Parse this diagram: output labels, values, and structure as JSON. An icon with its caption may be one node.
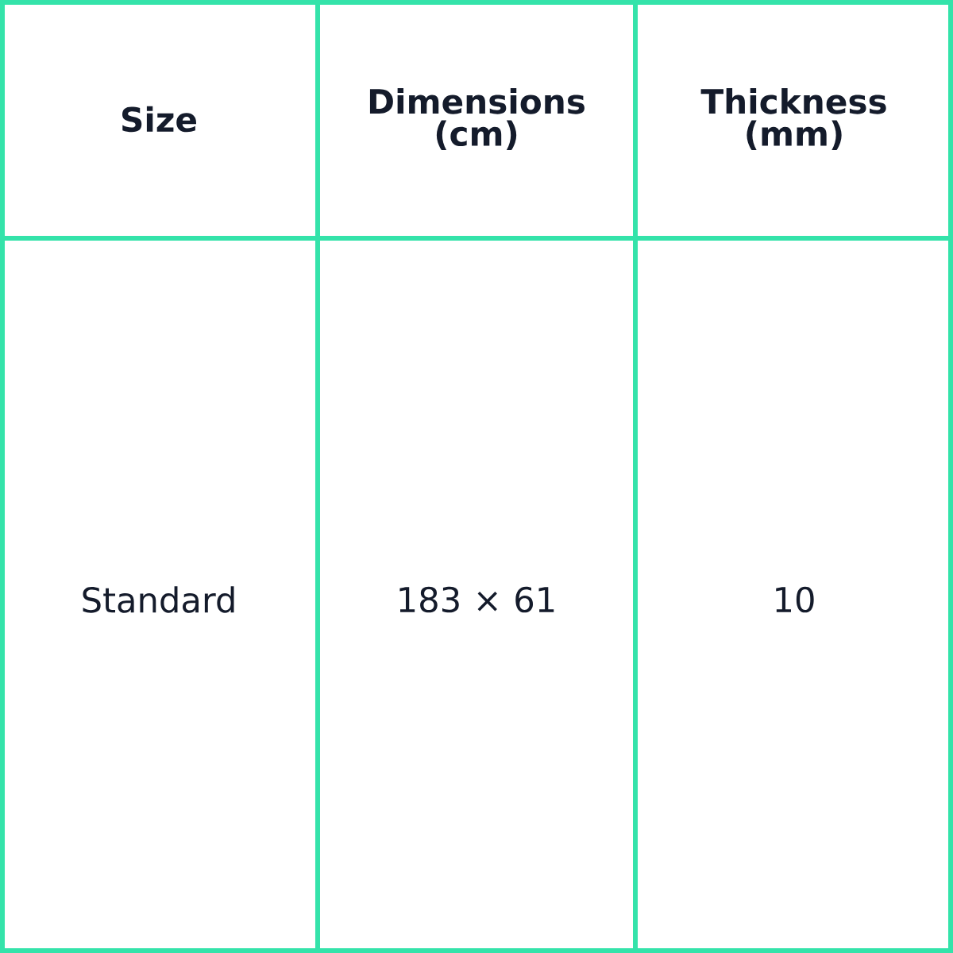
{
  "diagram": {
    "labels": [
      "Size",
      "Dimensions (cm)",
      "Thickness (mm)",
      "Standard",
      "183 × 61",
      "10"
    ]
  }
}
